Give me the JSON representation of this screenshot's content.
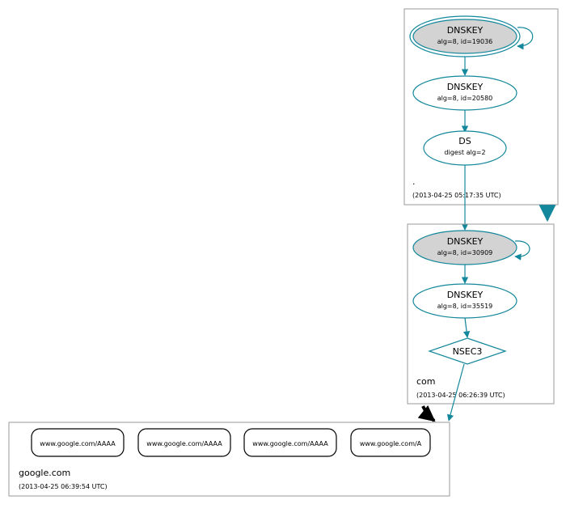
{
  "colors": {
    "edge": "#13879b",
    "box_border": "#9a9a9a",
    "node_fill_ksk": "#d3d3d3",
    "node_fill": "#ffffff",
    "black_edge": "#000000"
  },
  "zones": {
    "root": {
      "name": ".",
      "timestamp": "(2013-04-25 05:17:35 UTC)",
      "nodes": {
        "ksk": {
          "title": "DNSKEY",
          "sub": "alg=8, id=19036"
        },
        "zsk": {
          "title": "DNSKEY",
          "sub": "alg=8, id=20580"
        },
        "ds": {
          "title": "DS",
          "sub": "digest alg=2"
        }
      }
    },
    "com": {
      "name": "com",
      "timestamp": "(2013-04-25 06:26:39 UTC)",
      "nodes": {
        "ksk": {
          "title": "DNSKEY",
          "sub": "alg=8, id=30909"
        },
        "zsk": {
          "title": "DNSKEY",
          "sub": "alg=8, id=35519"
        },
        "nsec3": {
          "title": "NSEC3"
        }
      }
    },
    "google": {
      "name": "google.com",
      "timestamp": "(2013-04-25 06:39:54 UTC)",
      "records": [
        "www.google.com/AAAA",
        "www.google.com/AAAA",
        "www.google.com/AAAA",
        "www.google.com/A"
      ]
    }
  }
}
